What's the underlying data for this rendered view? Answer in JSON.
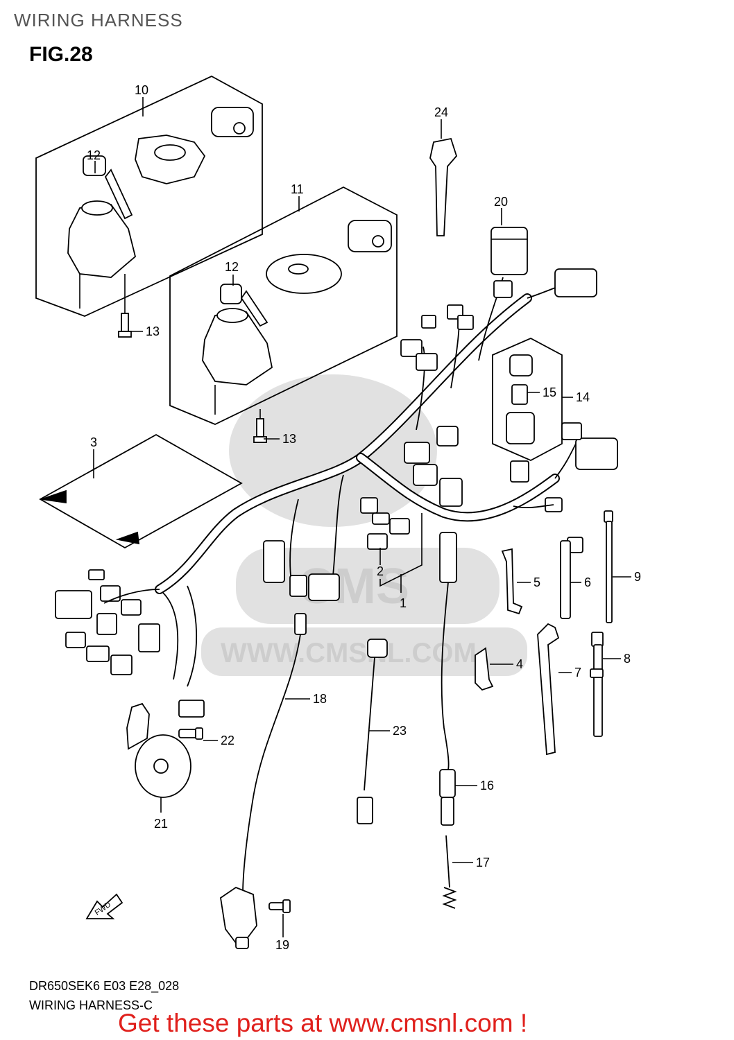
{
  "header": {
    "section_title": "WIRING HARNESS",
    "figure_label": "FIG.28"
  },
  "footer": {
    "model_code": "DR650SEK6 E03 E28_028",
    "subtitle": "WIRING HARNESS-C",
    "banner": "Get these parts at www.cmsnl.com !"
  },
  "watermark": {
    "text": "WWW.CMSNL.COM",
    "logo": "CMS"
  },
  "direction_marker": {
    "label": "FWD"
  },
  "callouts": {
    "c1": "1",
    "c2": "2",
    "c3": "3",
    "c4": "4",
    "c5": "5",
    "c6": "6",
    "c7": "7",
    "c8": "8",
    "c9": "9",
    "c10": "10",
    "c11": "11",
    "c12a": "12",
    "c12b": "12",
    "c13a": "13",
    "c13b": "13",
    "c14": "14",
    "c15": "15",
    "c16": "16",
    "c17": "17",
    "c18": "18",
    "c19": "19",
    "c20": "20",
    "c21": "21",
    "c22": "22",
    "c23": "23",
    "c24": "24"
  }
}
